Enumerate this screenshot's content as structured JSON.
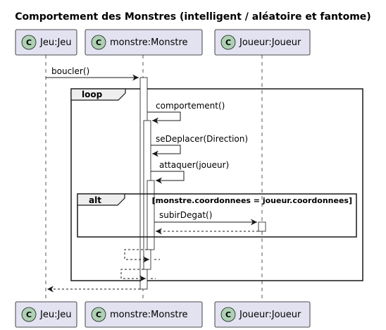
{
  "diagram": {
    "title": "Comportement des Monstres (intelligent / aléatoire et fantome)",
    "participants": [
      {
        "name": "Jeu:Jeu",
        "badge": "C"
      },
      {
        "name": "monstre:Monstre",
        "badge": "C"
      },
      {
        "name": "Joueur:Joueur",
        "badge": "C"
      }
    ],
    "messages": {
      "boucler": "boucler()",
      "comportement": "comportement()",
      "se_deplacer": "seDeplacer(Direction)",
      "attaquer": "attaquer(joueur)",
      "subir_degat": "subirDegat()"
    },
    "frames": {
      "loop": {
        "keyword": "loop"
      },
      "alt": {
        "keyword": "alt",
        "condition": "[monstre.coordonnees = joueur.coordonnees]"
      }
    },
    "colors": {
      "participant_fill": "#e2e2f0",
      "participant_stroke": "#181818",
      "badge_fill": "#add1b2",
      "frame_header_fill": "#eeeeee",
      "line": "#181818",
      "lifeline": "#555555"
    }
  }
}
